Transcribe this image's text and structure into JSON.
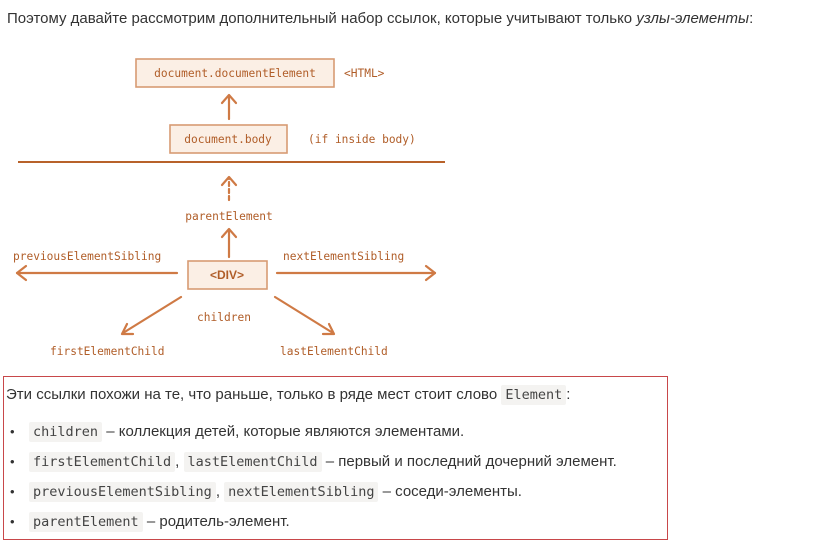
{
  "intro": {
    "text": "Поэтому давайте рассмотрим дополнительный набор ссылок, которые учитывают только ",
    "emphasis": "узлы-элементы",
    "suffix": ":"
  },
  "diagram": {
    "html_node": "document.documentElement",
    "html_label": "<HTML>",
    "body_node": "document.body",
    "body_label": "(if inside body)",
    "div_node": "<DIV>",
    "parent_label": "parentElement",
    "prev_label": "previousElementSibling",
    "next_label": "nextElementSibling",
    "children_label": "children",
    "first_label": "firstElementChild",
    "last_label": "lastElementChild",
    "colors": {
      "accent": "#cf7a45",
      "text": "#b05d28",
      "box_fill": "#fbefe5",
      "box_stroke": "#d79b73"
    }
  },
  "note": {
    "lead_text": "Эти ссылки похожи на те, что раньше, только в ряде мест стоит слово ",
    "lead_code": "Element",
    "lead_suffix": ":",
    "items": [
      {
        "code1": "children",
        "sep": "",
        "code2": "",
        "text": " – коллекция детей, которые являются элементами."
      },
      {
        "code1": "firstElementChild",
        "sep": ", ",
        "code2": "lastElementChild",
        "text": " – первый и последний дочерний элемент."
      },
      {
        "code1": "previousElementSibling",
        "sep": ", ",
        "code2": "nextElementSibling",
        "text": " – соседи-элементы."
      },
      {
        "code1": "parentElement",
        "sep": "",
        "code2": "",
        "text": " – родитель-элемент."
      }
    ],
    "bullet": "•",
    "border_color": "#c8474a"
  }
}
